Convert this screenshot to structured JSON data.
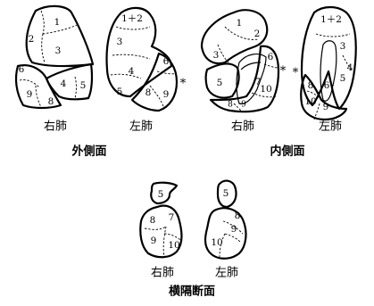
{
  "asterisk": "*",
  "lateral": {
    "right_label": "右肺",
    "left_label": "左肺",
    "title": "外側面",
    "right_segments": [
      "1",
      "2",
      "3",
      "4",
      "5",
      "6",
      "8",
      "9"
    ],
    "left_segments": [
      "1＋2",
      "3",
      "4",
      "5",
      "6",
      "8",
      "9"
    ]
  },
  "medial": {
    "right_label": "右肺",
    "left_label": "左肺",
    "title": "内側面",
    "right_segments": [
      "1",
      "2",
      "3",
      "5",
      "6",
      "7",
      "8",
      "9",
      "10"
    ],
    "left_segments": [
      "1＋2",
      "3",
      "4",
      "5",
      "6",
      "8",
      "9",
      "10"
    ]
  },
  "diaphragmatic": {
    "right_label": "右肺",
    "left_label": "左肺",
    "title": "横隔断面",
    "right_segments": [
      "5",
      "7",
      "8",
      "9",
      "10"
    ],
    "left_segments": [
      "5",
      "8",
      "9",
      "10"
    ]
  }
}
